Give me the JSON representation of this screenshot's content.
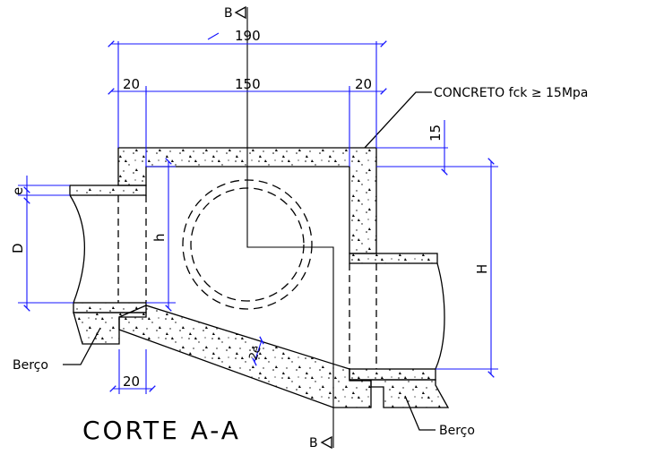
{
  "drawing": {
    "title": "CORTE A-A",
    "section_marker_top": "B",
    "section_marker_bottom": "B",
    "material_note": "CONCRETO fck ≥ 15Mpa",
    "labels": {
      "berco_left": "Berço",
      "berco_right": "Berço"
    },
    "dimensions": {
      "overall_width": "190",
      "inner_width": "150",
      "left_wall": "20",
      "right_wall": "20",
      "slab_thickness": "15",
      "pipe_wall": "e",
      "pipe_diameter": "D",
      "inner_height": "h",
      "outer_height": "H",
      "bottom_thickness": "2e",
      "berco_width": "20"
    }
  },
  "colors": {
    "outline": "#000000",
    "dimension": "#1414ff",
    "background": "#ffffff"
  }
}
